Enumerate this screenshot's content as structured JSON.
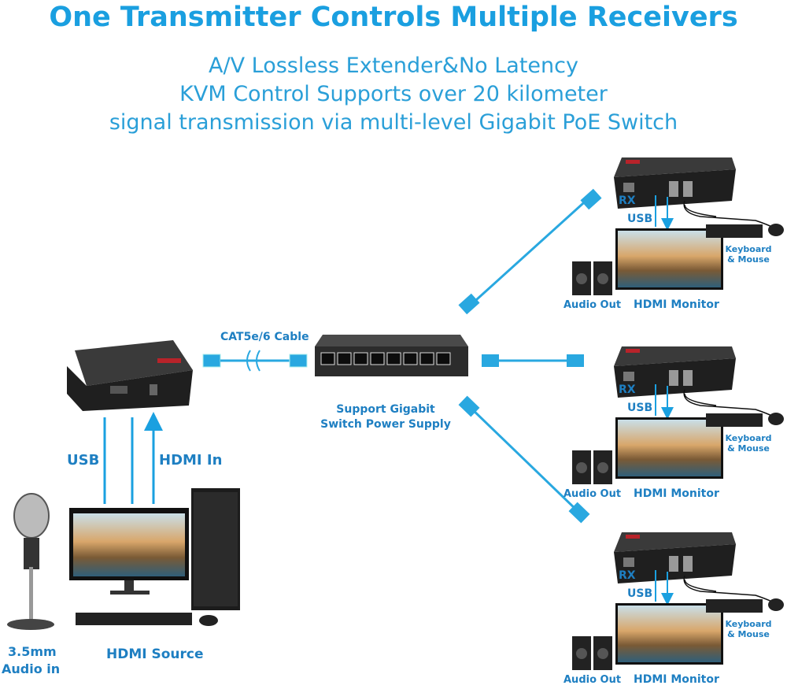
{
  "title": "One Transmitter Controls Multiple Receivers",
  "subtitle_lines": [
    "A/V Lossless Extender&No Latency",
    "KVM Control Supports over 20 kilometer",
    "signal transmission via multi-level Gigabit PoE Switch"
  ],
  "colors": {
    "accent": "#1a9fe0",
    "label": "#1e7fc2",
    "device": "#2a2a2a",
    "cable": "#29a8e0"
  },
  "transmitter": {
    "usb_label": "USB",
    "hdmi_in_label": "HDMI In",
    "source_label": "HDMI Source",
    "audio_in_label": "3.5mm",
    "audio_in_label2": "Audio in"
  },
  "cable_label": "CAT5e/6 Cable",
  "switch": {
    "label_line1": "Support Gigabit",
    "label_line2": "Switch Power Supply",
    "ports": 8
  },
  "receivers": [
    {
      "rx": "RX",
      "usb": "USB",
      "kbm1": "Keyboard",
      "kbm2": "& Mouse",
      "audio_out": "Audio Out",
      "monitor": "HDMI Monitor"
    },
    {
      "rx": "RX",
      "usb": "USB",
      "kbm1": "Keyboard",
      "kbm2": "& Mouse",
      "audio_out": "Audio Out",
      "monitor": "HDMI Monitor"
    },
    {
      "rx": "RX",
      "usb": "USB",
      "kbm1": "Keyboard",
      "kbm2": "& Mouse",
      "audio_out": "Audio Out",
      "monitor": "HDMI Monitor"
    }
  ]
}
